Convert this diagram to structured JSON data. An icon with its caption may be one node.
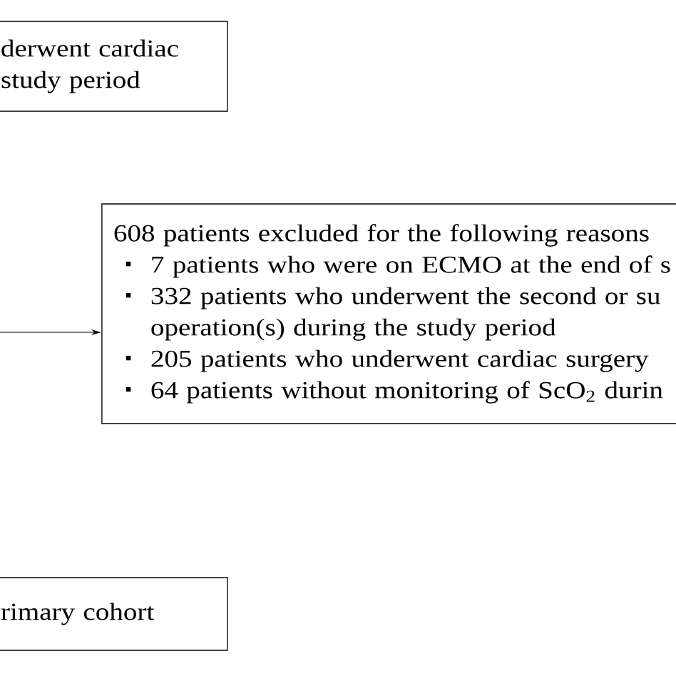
{
  "diagram": {
    "nodes": [
      {
        "text": [
          "derwent cardiac study period"
        ]
      },
      {
        "text": [
          "608 patients excluded for the following reasons",
          "7 patients who were on ECMO at the end of s",
          "332 patients who underwent the second or su operation(s) during the study period",
          "205 patients who underwent cardiac surgery",
          "64 patients without monitoring of ScO$_{2}$ durin"
        ]
      },
      {
        "text": [
          "rimary cohort"
        ]
      }
    ],
    "edges": [
      {
        "from": null,
        "to": 1,
        "arrow": "to"
      }
    ]
  }
}
